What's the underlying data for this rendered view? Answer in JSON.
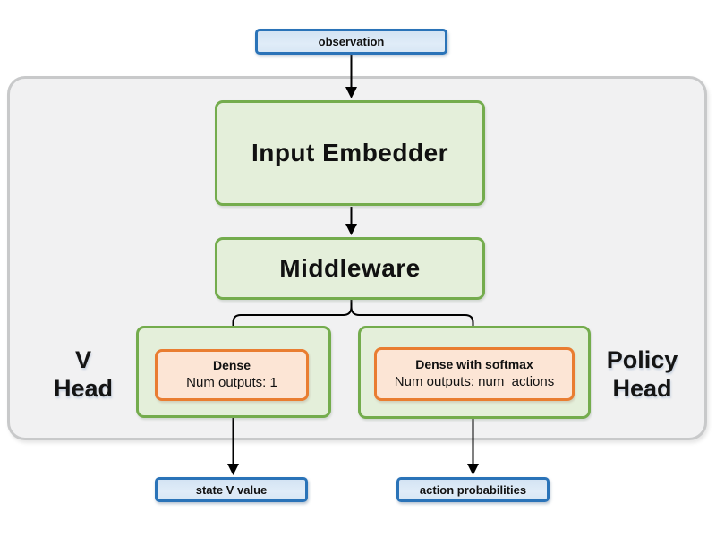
{
  "diagram": {
    "observation": {
      "label": "observation"
    },
    "input_embedder": {
      "label": "Input Embedder"
    },
    "middleware": {
      "label": "Middleware"
    },
    "v_head": {
      "label_line1": "V",
      "label_line2": "Head",
      "dense_block": {
        "title": "Dense",
        "subtitle": "Num outputs: 1"
      }
    },
    "policy_head": {
      "label_line1": "Policy",
      "label_line2": "Head",
      "dense_block": {
        "title": "Dense with softmax",
        "subtitle": "Num outputs: num_actions"
      }
    },
    "outputs": {
      "state_v_value": {
        "label": "state V value"
      },
      "action_probabilities": {
        "label": "action probabilities"
      }
    },
    "colors": {
      "blue_fill": "#dce9f6",
      "blue_border": "#2a73b8",
      "green_fill": "#e4efda",
      "green_border": "#74ac4d",
      "orange_fill": "#fce5d5",
      "orange_border": "#e97d31",
      "container_fill": "#f1f1f2",
      "container_border": "#c8c9ca",
      "arrow": "#000000"
    }
  }
}
